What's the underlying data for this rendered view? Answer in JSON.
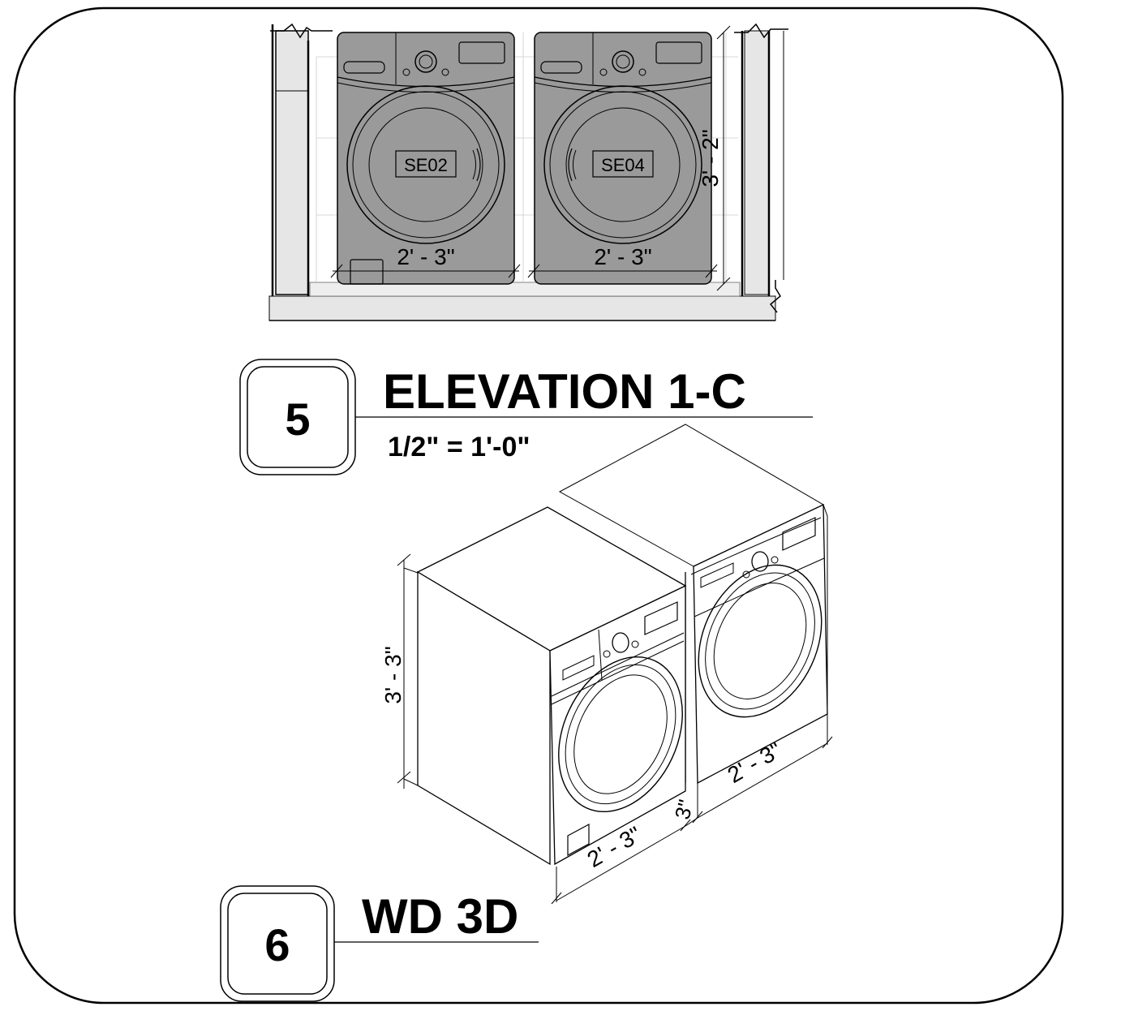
{
  "elevation": {
    "number": "5",
    "title": "ELEVATION 1-C",
    "scale": "1/2\" = 1'-0\"",
    "washer_tag": "SE02",
    "dryer_tag": "SE04",
    "width_dim_left": "2' - 3\"",
    "width_dim_right": "2' - 3\"",
    "height_dim": "3' - 2\""
  },
  "view3d": {
    "number": "6",
    "title": "WD 3D",
    "height_dim": "3' - 3\"",
    "width_dim_front": "2' - 3\"",
    "width_dim_back": "2' - 3\"",
    "gap_dim": "3\""
  },
  "colors": {
    "appliance_fill": "#9a9a9a",
    "line": "#000000",
    "light_fill": "#e6e6e6"
  }
}
